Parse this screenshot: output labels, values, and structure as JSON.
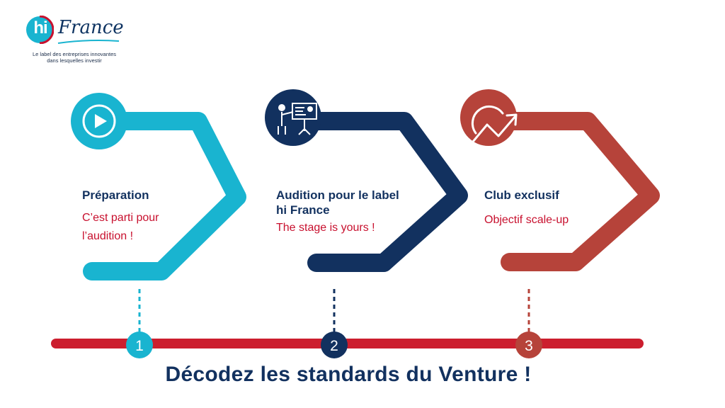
{
  "logo": {
    "mark": "hi",
    "name": "France",
    "tagline_line1": "Le label des entreprises innovantes",
    "tagline_line2": "dans lesquelles investir"
  },
  "steps": [
    {
      "number": "1",
      "title": "Préparation",
      "subtitle": "C’est parti pour\nl’audition !",
      "icon": "play-icon",
      "color": "#19b4d0"
    },
    {
      "number": "2",
      "title": "Audition pour le label\nhi France",
      "subtitle": "The stage is yours !",
      "icon": "presentation-icon",
      "color": "#12315f"
    },
    {
      "number": "3",
      "title": "Club exclusif",
      "subtitle": "Objectif scale-up",
      "icon": "growth-arrow-icon",
      "color": "#b6433a"
    }
  ],
  "timeline_color": "#cc1e2e",
  "footer": "Décodez les standards du Venture !"
}
